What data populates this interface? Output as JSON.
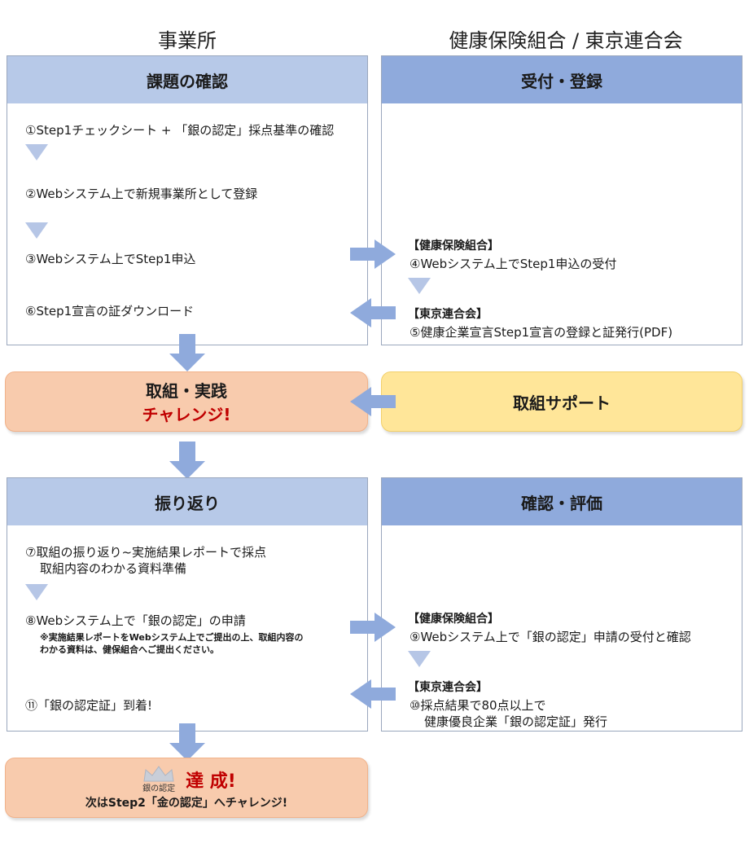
{
  "columns": {
    "left_title": "事業所",
    "right_title": "健康保険組合 / 東京連合会"
  },
  "section1": {
    "left_header": "課題の確認",
    "right_header": "受付・登録",
    "steps": [
      "①Step1チェックシート + 「銀の認定」採点基準の確認",
      "②Webシステム上で新規事業所として登録",
      "③Webシステム上でStep1申込",
      "⑥Step1宣言の証ダウンロード"
    ],
    "right_items": [
      {
        "org": "【健康保険組合】",
        "text": "④Webシステム上でStep1申込の受付"
      },
      {
        "org": "【東京連合会】",
        "text": "⑤健康企業宣言Step1宣言の登録と証発行(PDF)"
      }
    ]
  },
  "section2": {
    "left_line1": "取組・実践",
    "left_line2": "チャレンジ!",
    "right_label": "取組サポート"
  },
  "section3": {
    "left_header": "振り返り",
    "right_header": "確認・評価",
    "step7_line1": "⑦取組の振り返り~実施結果レポートで採点",
    "step7_line2": "取組内容のわかる資料準備",
    "step8": "⑧Webシステム上で「銀の認定」の申請",
    "note_line1": "※実施結果レポートをWebシステム上でご提出の上、取組内容の",
    "note_line2": "わかる資料は、健保組合へご提出ください。",
    "step11": "⑪「銀の認定証」到着!",
    "right_items": [
      {
        "org": "【健康保険組合】",
        "text": "⑨Webシステム上で「銀の認定」申請の受付と確認"
      },
      {
        "org": "【東京連合会】",
        "text": "⑩採点結果で80点以上で",
        "text2": "健康優良企業「銀の認定証」発行"
      }
    ]
  },
  "final": {
    "badge": "銀の認定",
    "achieved": "達 成!",
    "next": "次はStep2「金の認定」へチャレンジ!"
  },
  "colors": {
    "header_light": "#b7c9e8",
    "header_dark": "#8faadc",
    "arrow": "#8faadc",
    "orange": "#f8cbad",
    "yellow": "#ffe699",
    "red": "#c00000"
  }
}
